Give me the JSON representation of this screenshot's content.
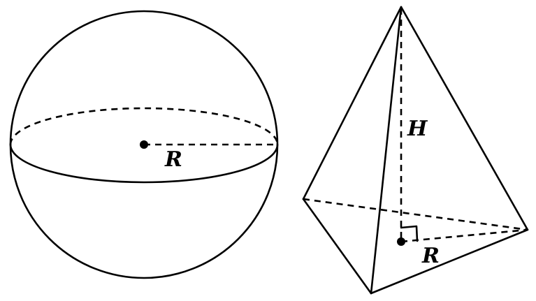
{
  "sphere": {
    "radius_label": "R"
  },
  "pyramid": {
    "height_label": "H",
    "radius_label": "R"
  },
  "colors": {
    "stroke": "#000000",
    "background": "#ffffff"
  }
}
